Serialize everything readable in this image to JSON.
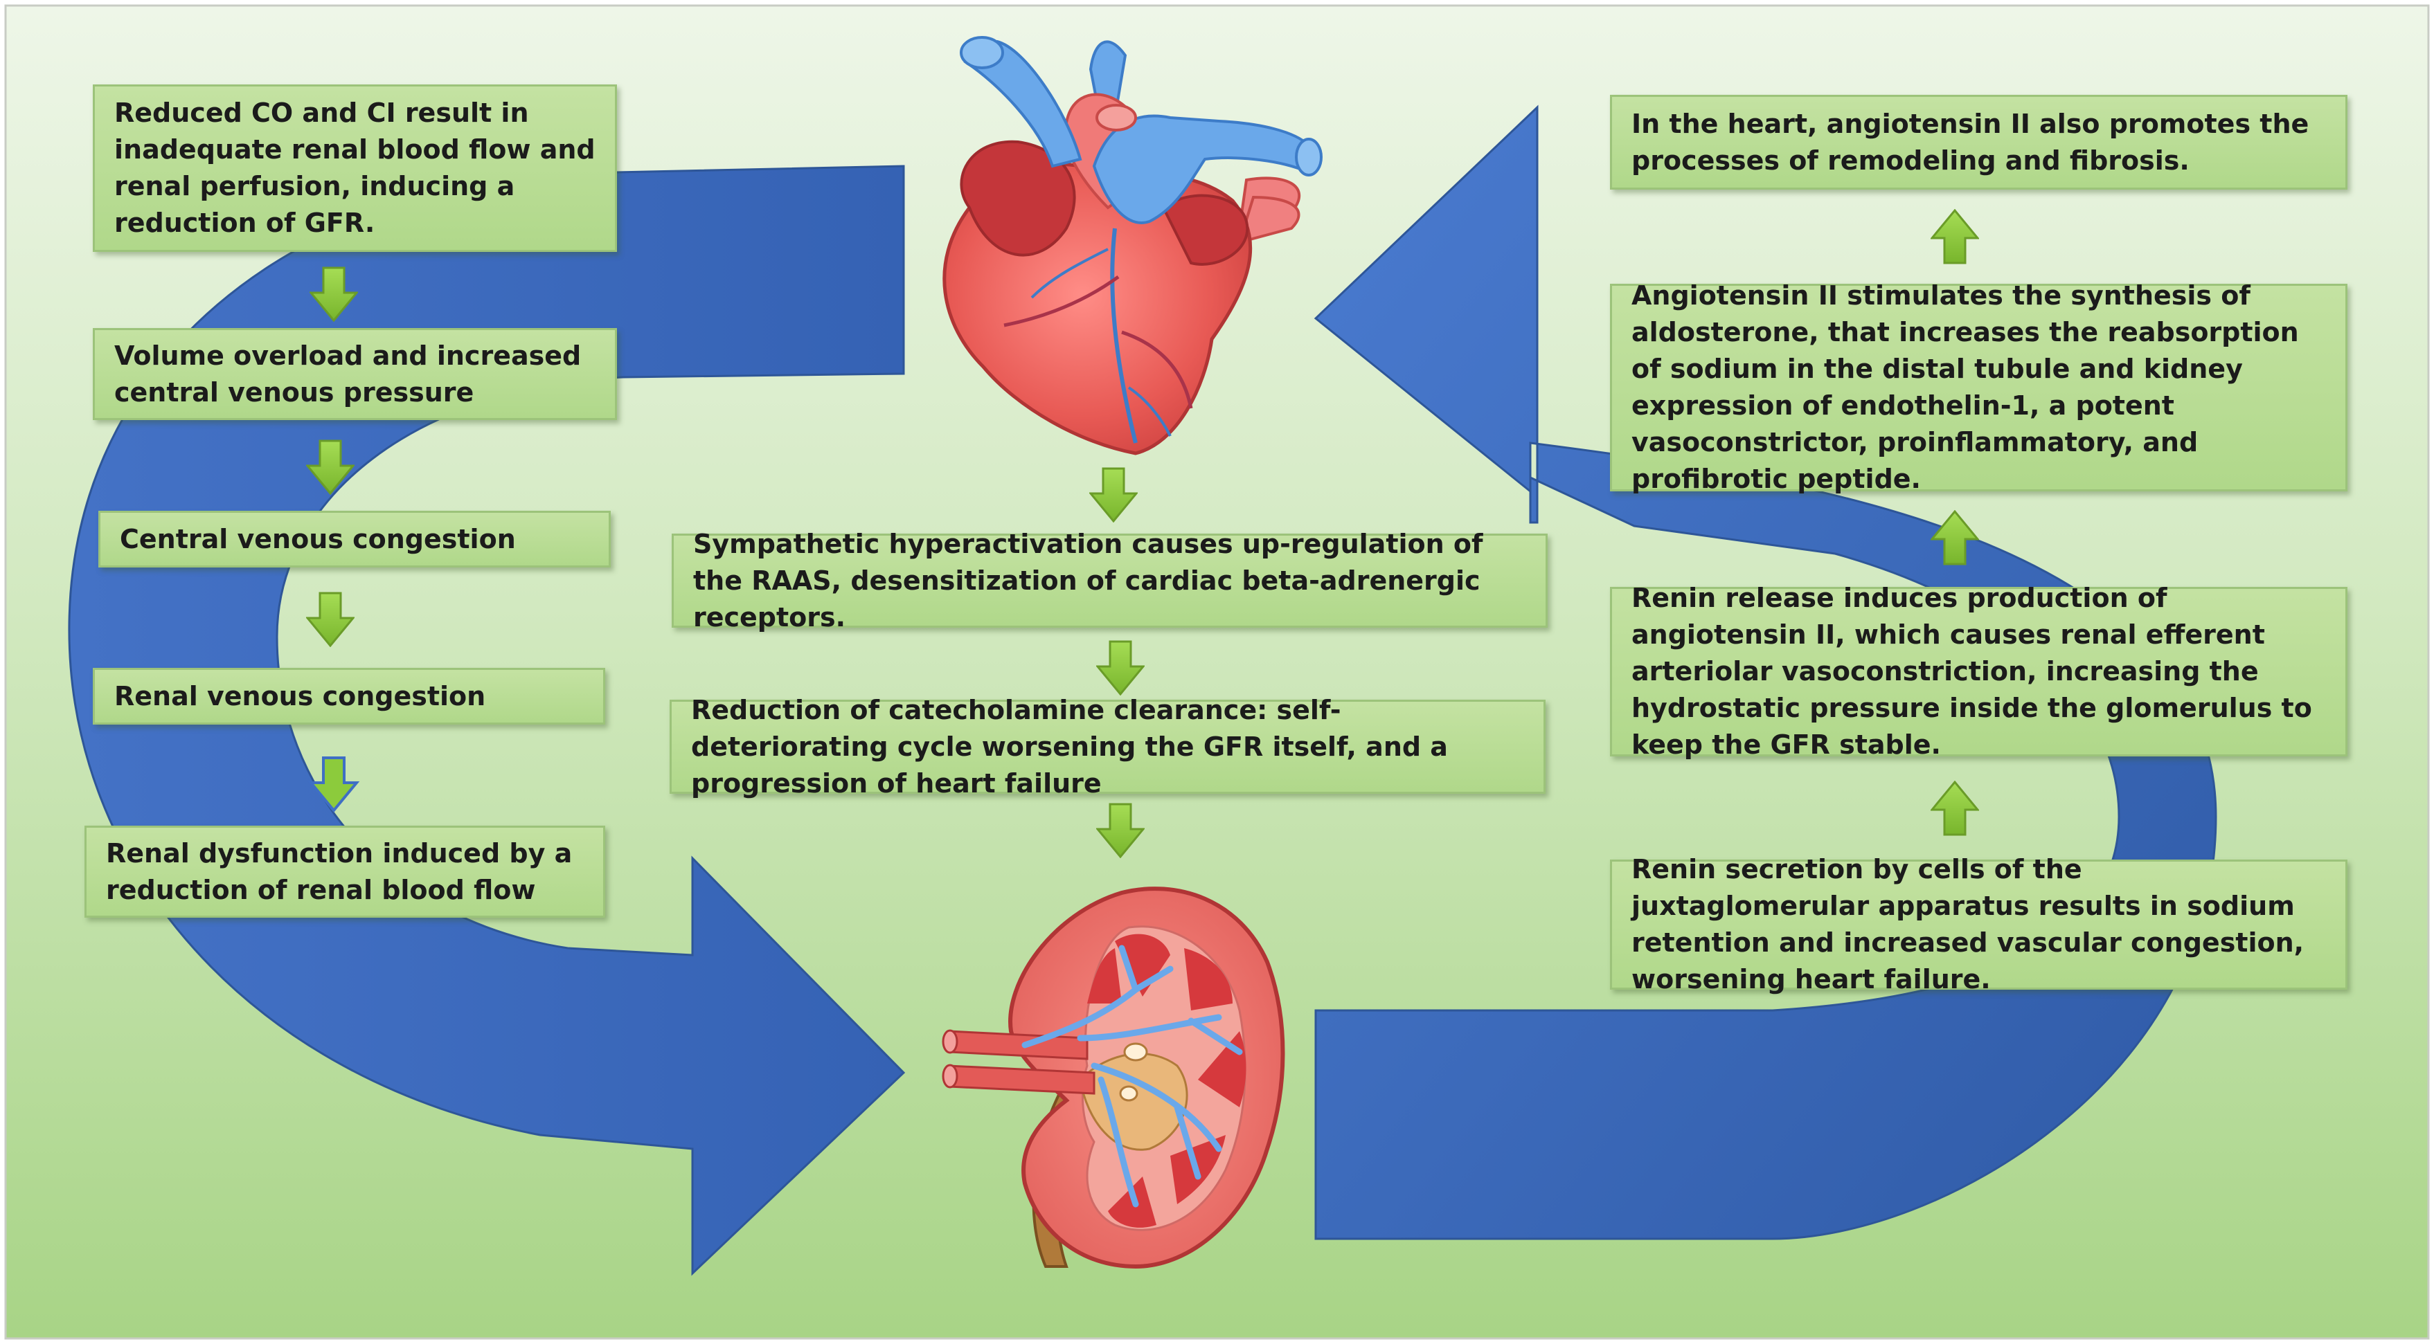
{
  "colors": {
    "cycle_arrow": "#3f6fc4",
    "cycle_arrow_dark": "#2e5698",
    "box_fill": "#b8dc94",
    "box_border": "#9cc37a",
    "step_arrow": "#8ccb3c",
    "step_arrow_outline": "#6a9c28",
    "outlined_arrow_stroke": "#3f6fc4",
    "background_top": "#eef6e8",
    "background_bottom": "#a8d486"
  },
  "icons": {
    "heart": "heart-illustration",
    "kidney": "kidney-illustration",
    "step_arrow": "arrow-down-icon / arrow-up-icon"
  },
  "left_chain": [
    "Reduced CO and CI result in inadequate renal blood flow and renal perfusion, inducing a reduction of GFR.",
    "Volume overload and increased central venous pressure",
    "Central venous congestion",
    "Renal venous congestion",
    "Renal dysfunction induced by a reduction of renal blood flow"
  ],
  "center_chain": [
    "Sympathetic hyperactivation causes up-regulation of the RAAS, desensitization of cardiac beta-adrenergic receptors.",
    "Reduction of catecholamine clearance: self-deteriorating cycle worsening the GFR itself, and a progression of heart failure"
  ],
  "right_chain": [
    "In the heart, angiotensin II also promotes the processes of remodeling and fibrosis.",
    "Angiotensin II stimulates the synthesis of aldosterone, that increases the reabsorption of sodium in the distal tubule and kidney expression of endothelin-1, a potent vasoconstrictor, proinflammatory, and profibrotic peptide.",
    "Renin release induces production of angiotensin II, which causes renal efferent arteriolar vasoconstriction, increasing the hydrostatic pressure inside the glomerulus to keep the GFR stable.",
    "Renin secretion by cells of the juxtaglomerular apparatus  results in sodium retention and increased vascular congestion, worsening heart failure."
  ]
}
